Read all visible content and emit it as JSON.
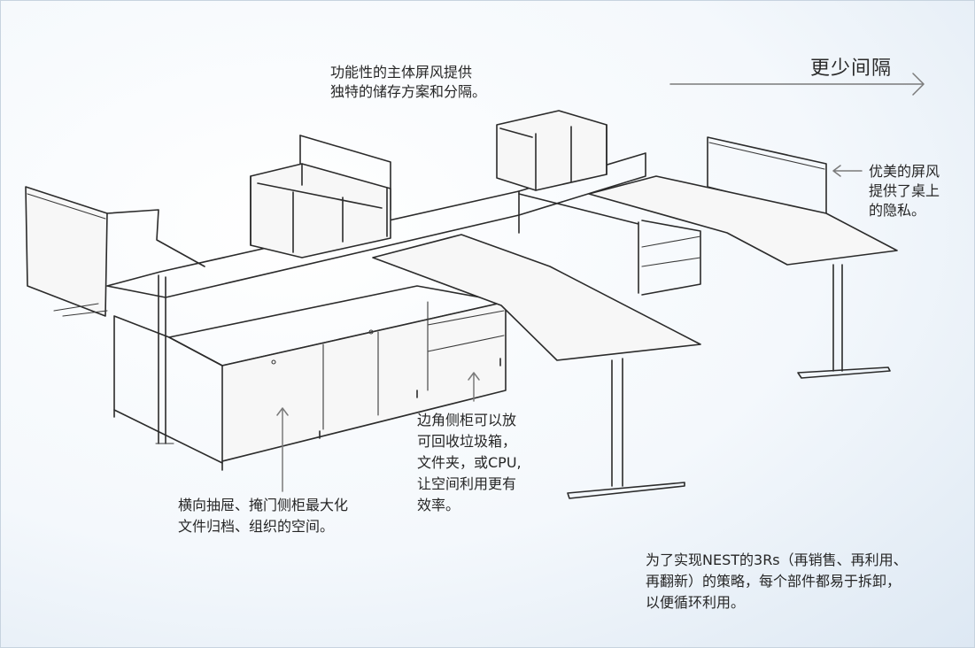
{
  "heading": "更少间隔",
  "annotations": {
    "screen": [
      "功能性的主体屏风提供",
      "独特的储存方案和分隔。"
    ],
    "privacy": [
      "优美的屏风",
      "提供了桌上",
      "的隐私。"
    ],
    "corner_cabinet": [
      "边角侧柜可以放",
      "可回收垃圾箱，",
      "文件夹，或CPU,",
      "让空间利用更有",
      "效率。"
    ],
    "lateral_storage": [
      "横向抽屉、掩门侧柜最大化",
      "文件归档、组织的空间。"
    ],
    "sustainability": [
      "为了实现NEST的3Rs（再销售、再利用、",
      "再翻新）的策略，每个部件都易于拆卸，",
      "以便循环利用。"
    ]
  },
  "colors": {
    "ink": "#2b2b2b",
    "arrow": "#7a7a7a",
    "background": "#eef3f8"
  }
}
